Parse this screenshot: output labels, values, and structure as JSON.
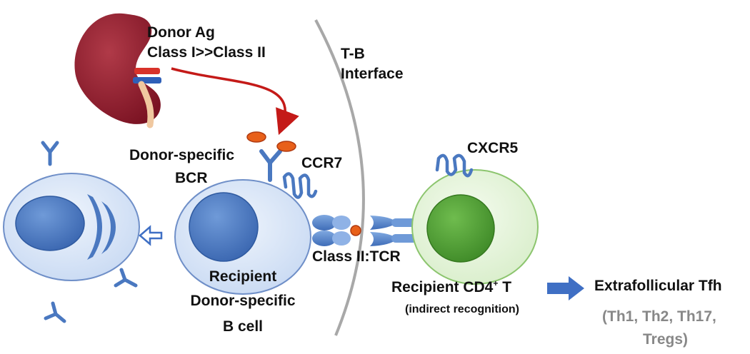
{
  "kidney": {
    "title": "Donor Ag",
    "subtitle": "Class I>>Class II"
  },
  "interface": {
    "line1": "T-B",
    "line2": "Interface"
  },
  "b_cell": {
    "receptor_line1": "Donor-specific",
    "receptor_line2": "BCR",
    "chemokine_receptor": "CCR7",
    "name_line1": "Recipient",
    "name_line2": "Donor-specific",
    "name_line3": "B cell"
  },
  "synapse": {
    "label": "Class II:TCR"
  },
  "t_cell": {
    "chemokine_receptor": "CXCR5",
    "name_prefix": "Recipient CD4",
    "name_sup": "+",
    "name_suffix": " T",
    "note": "(indirect recognition)"
  },
  "outcome": {
    "title": "Extrafollicular Tfh",
    "subsets_line1": "(Th1, Th2, Th17,",
    "subsets_line2": "Tregs)"
  },
  "colors": {
    "b_cell_fill": "#dce8f8",
    "cell_outline": "#6f8fc8",
    "nucleus_blue": "#4a78c0",
    "t_cell_fill": "#e8f5dd",
    "t_cell_outline": "#8cc56e",
    "t_nucleus": "#4f9a35",
    "kidney": "#8e1a2a",
    "arrow_red": "#c41a18",
    "antigen_orange": "#e8601a",
    "arrow_blue": "#3f6fc4",
    "subset_grey": "#888888"
  }
}
